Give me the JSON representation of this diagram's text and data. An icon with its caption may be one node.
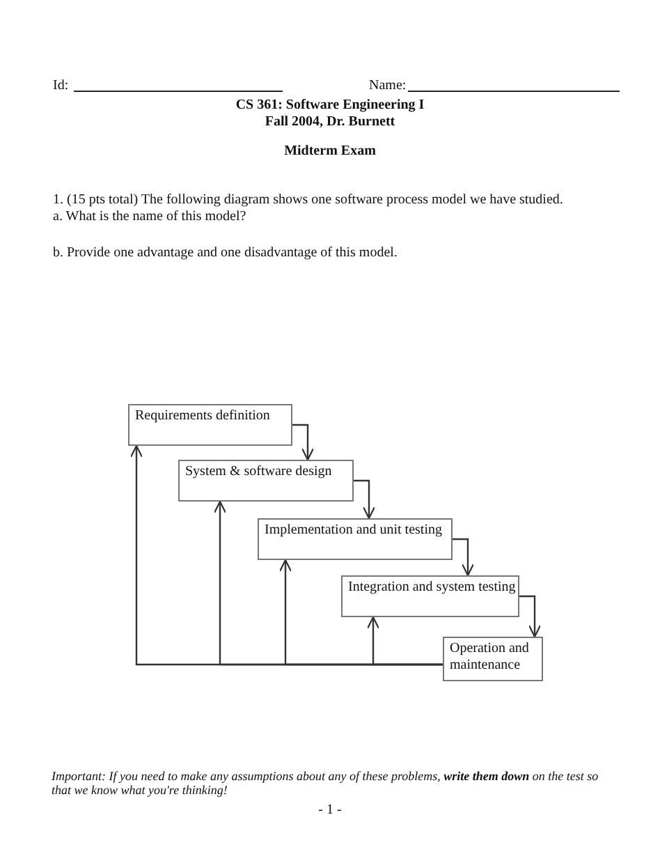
{
  "diagram": {
    "title": "CS 361: Software Engineering I",
    "nodes": [
      {
        "text": [
          "Requirements definition"
        ]
      },
      {
        "text": [
          "System & software design"
        ]
      },
      {
        "text": [
          "Implementation and unit testing"
        ]
      },
      {
        "text": [
          "Integration and system testing"
        ]
      },
      {
        "text": [
          "Operation and maintenance"
        ]
      }
    ],
    "edges": [
      {
        "from": 0,
        "to": 1,
        "arrow": "to"
      },
      {
        "from": 1,
        "to": 2,
        "arrow": "to"
      },
      {
        "from": 2,
        "to": 3,
        "arrow": "to"
      },
      {
        "from": 3,
        "to": 4,
        "arrow": "to"
      },
      {
        "from": 4,
        "to": 0,
        "arrow": "to"
      },
      {
        "from": 4,
        "to": 1,
        "arrow": "to"
      },
      {
        "from": 4,
        "to": 2,
        "arrow": "to"
      },
      {
        "from": 4,
        "to": 3,
        "arrow": "to"
      }
    ],
    "labels": [
      "Id:",
      "Name:",
      "Fall 2004, Dr. Burnett",
      "Midterm Exam",
      "1. (15 pts total) The following diagram shows one software process model we have studied.",
      "a. What is the name of this model?",
      "b. Provide one advantage and one disadvantage of this model.",
      "Important:  If you need to make any assumptions about any of these problems, **write them down** on the test so that we know what you're thinking!",
      "- 1 -"
    ]
  }
}
